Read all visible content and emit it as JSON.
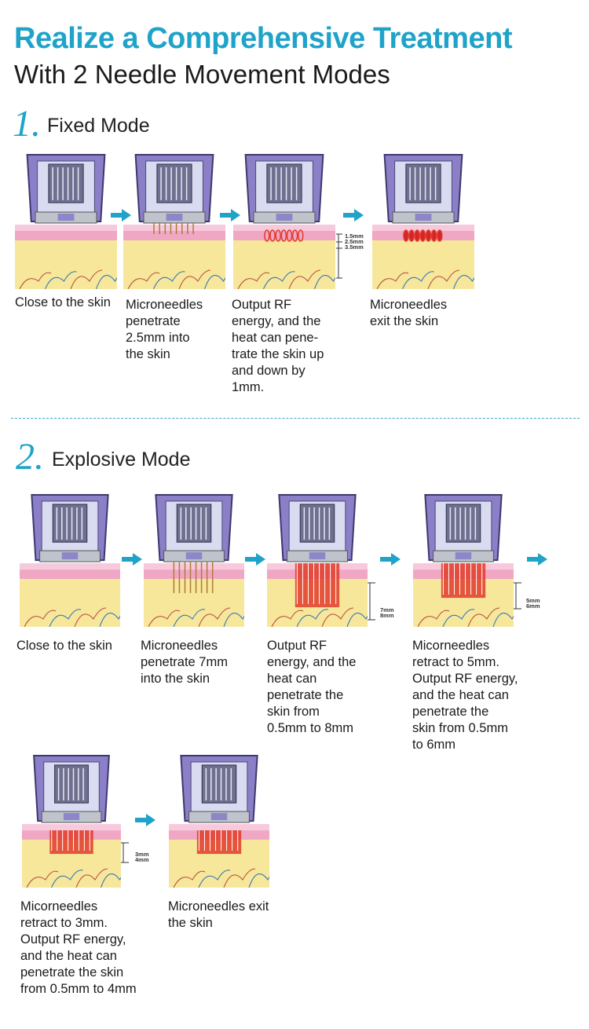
{
  "header": {
    "title_line1": "Realize a Comprehensive Treatment",
    "title_line2": "With 2 Needle Movement Modes"
  },
  "colors": {
    "accent": "#1fa3c9",
    "arrow": "#1fa3c9",
    "heat": "#e23b2a",
    "skin_pink": "#f0a7c4",
    "skin_yellow": "#f6e79b"
  },
  "fixed_mode": {
    "number": "1.",
    "title": "Fixed Mode",
    "steps": [
      {
        "caption": "Close to the skin",
        "needles": "none"
      },
      {
        "caption": "Microneedles\npenetrate\n2.5mm into\nthe skin",
        "needles": "short"
      },
      {
        "caption": "Output RF\nenergy, and the\nheat can pene-\ntrate the skin up\nand down by\n1mm.",
        "needles": "heat-short",
        "scale_labels": [
          "1.5mm",
          "2.5mm",
          "3.5mm"
        ]
      },
      {
        "caption": "Microneedles\nexit the skin",
        "needles": "heat-residual"
      }
    ]
  },
  "explosive_mode": {
    "number": "2.",
    "title": "Explosive Mode",
    "steps": [
      {
        "caption": "Close to the skin",
        "needles": "none"
      },
      {
        "caption": "Microneedles\npenetrate 7mm\n into the skin",
        "needles": "long"
      },
      {
        "caption": "Output RF\nenergy, and the\nheat can\npenetrate the\nskin from\n0.5mm to 8mm",
        "needles": "heat-long",
        "scale_labels": [
          "7mm",
          "8mm"
        ]
      },
      {
        "caption": "Micorneedles\nretract to 5mm.\nOutput RF energy,\nand the heat can\npenetrate the\nskin from 0.5mm\nto 6mm",
        "needles": "heat-mid",
        "scale_labels": [
          "5mm",
          "6mm"
        ]
      },
      {
        "caption": "Micorneedles\nretract to 3mm.\nOutput RF energy,\nand the heat can\npenetrate the skin\nfrom 0.5mm to 4mm",
        "needles": "heat-shallow",
        "scale_labels": [
          "3mm",
          "4mm"
        ]
      },
      {
        "caption": "Microneedles exit\nthe skin",
        "needles": "heat-residual-block"
      }
    ]
  }
}
